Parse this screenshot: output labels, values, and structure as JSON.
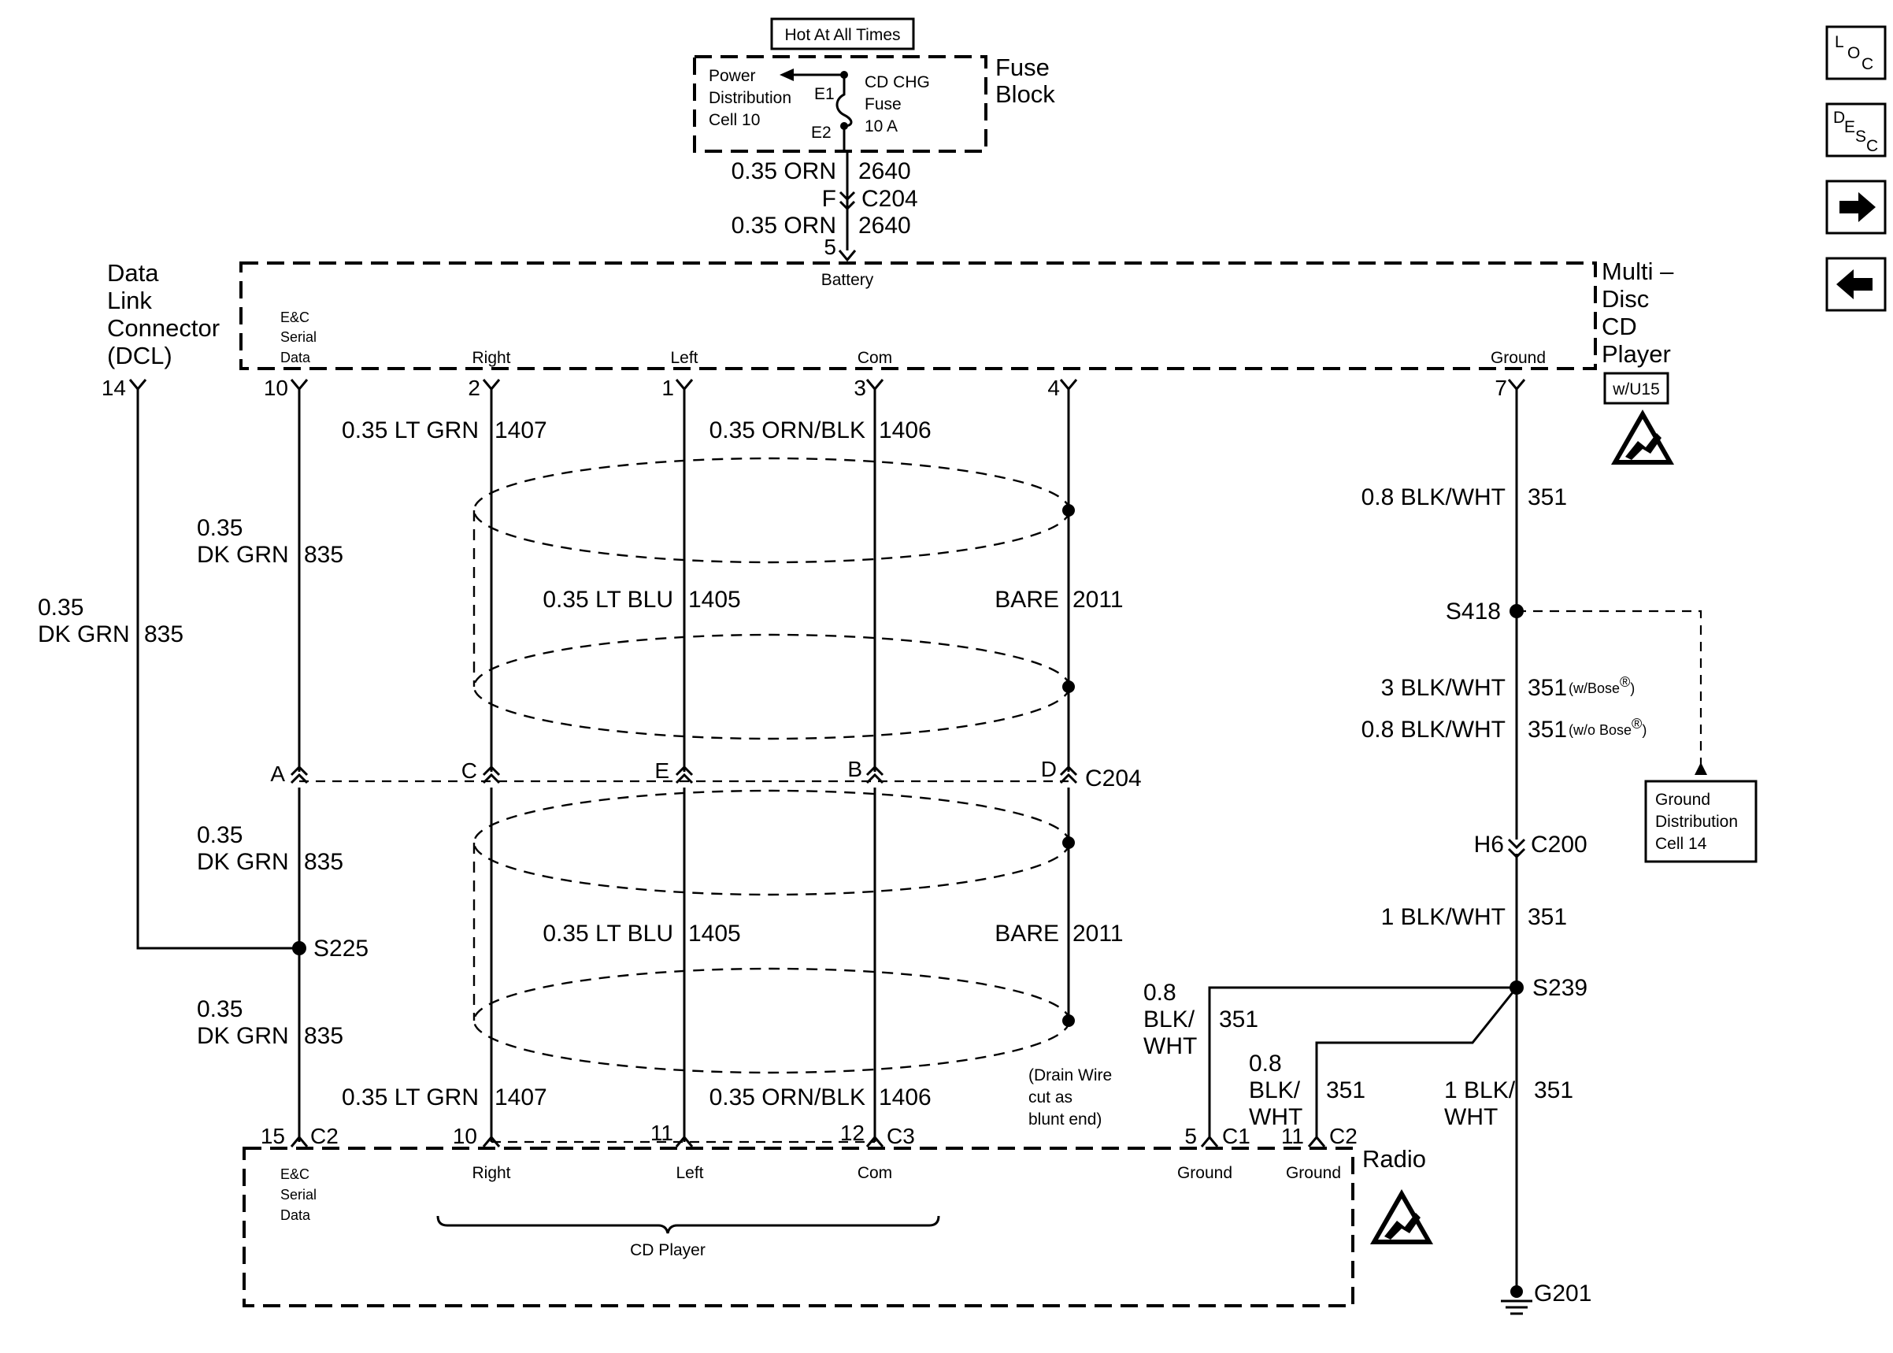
{
  "diagram": {
    "hot_label": "Hot At All Times",
    "fuse_block": {
      "title_line1": "Fuse",
      "title_line2": "Block",
      "pdc_line1": "Power",
      "pdc_line2": "Distribution",
      "pdc_line3": "Cell 10",
      "e1": "E1",
      "e2": "E2",
      "fuse_line1": "CD CHG",
      "fuse_line2": "Fuse",
      "fuse_line3": "10 A"
    },
    "top_feed": {
      "wire1_gauge": "0.35 ORN",
      "wire1_circuit": "2640",
      "connector_pin": "F",
      "connector": "C204",
      "wire2_gauge": "0.35 ORN",
      "wire2_circuit": "2640",
      "pin": "5",
      "pin_label": "Battery"
    },
    "cd_player": {
      "title_line1": "Multi –",
      "title_line2": "Disc",
      "title_line3": "CD",
      "title_line4": "Player",
      "option": "w/U15",
      "pins": [
        {
          "num": "10",
          "label_line1": "E&C",
          "label_line2": "Serial",
          "label_line3": "Data"
        },
        {
          "num": "2",
          "label": "Right"
        },
        {
          "num": "1",
          "label": "Left"
        },
        {
          "num": "3",
          "label": "Com"
        },
        {
          "num": "4",
          "label": ""
        },
        {
          "num": "7",
          "label": "Ground"
        }
      ]
    },
    "dlc": {
      "line1": "Data",
      "line2": "Link",
      "line3": "Connector",
      "line4": "(DCL)",
      "pin": "14"
    },
    "wires": {
      "w1407_top": {
        "gauge": "0.35 LT GRN",
        "circuit": "1407"
      },
      "w1406_top": {
        "gauge": "0.35 ORN/BLK",
        "circuit": "1406"
      },
      "w835_a": {
        "gauge1": "0.35",
        "gauge2": "DK GRN",
        "circuit": "835"
      },
      "w835_dlc": {
        "gauge1": "0.35",
        "gauge2": "DK GRN",
        "circuit": "835"
      },
      "w1405_top": {
        "gauge": "0.35 LT BLU",
        "circuit": "1405"
      },
      "w2011_top": {
        "gauge": "BARE",
        "circuit": "2011"
      },
      "w835_b": {
        "gauge1": "0.35",
        "gauge2": "DK GRN",
        "circuit": "835"
      },
      "w1405_bot": {
        "gauge": "0.35 LT BLU",
        "circuit": "1405"
      },
      "w2011_bot": {
        "gauge": "BARE",
        "circuit": "2011"
      },
      "w835_c": {
        "gauge1": "0.35",
        "gauge2": "DK GRN",
        "circuit": "835"
      },
      "w1407_bot": {
        "gauge": "0.35 LT GRN",
        "circuit": "1407"
      },
      "w1406_bot": {
        "gauge": "0.35 ORN/BLK",
        "circuit": "1406"
      },
      "w351_a": {
        "gauge": "0.8 BLK/WHT",
        "circuit": "351"
      },
      "w351_bose": {
        "gauge": "3 BLK/WHT",
        "circuit": "351",
        "note": "(w/Bose",
        "note_mark": "®",
        "note_end": ")"
      },
      "w351_nobose": {
        "gauge": "0.8 BLK/WHT",
        "circuit": "351",
        "note": "(w/o Bose",
        "note_mark": "®",
        "note_end": ")"
      },
      "w351_c200": {
        "gauge": "1 BLK/WHT",
        "circuit": "351"
      },
      "w351_c1": {
        "gauge1": "0.8",
        "gauge2": "BLK/",
        "gauge3": "WHT",
        "circuit": "351"
      },
      "w351_c2": {
        "gauge1": "0.8",
        "gauge2": "BLK/",
        "gauge3": "WHT",
        "circuit": "351"
      },
      "w351_g201": {
        "gauge1": "1 BLK/",
        "gauge2": "WHT",
        "circuit": "351"
      }
    },
    "c204_mid": {
      "name": "C204",
      "pins": [
        "A",
        "C",
        "E",
        "B",
        "D"
      ]
    },
    "splices": {
      "s225": "S225",
      "s418": "S418",
      "s239": "S239"
    },
    "c200": {
      "pin": "H6",
      "name": "C200"
    },
    "ground_dist": {
      "line1": "Ground",
      "line2": "Distribution",
      "line3": "Cell 14"
    },
    "ground": "G201",
    "drain_note": {
      "line1": "(Drain Wire",
      "line2": "cut as",
      "line3": "blunt end)"
    },
    "radio": {
      "title": "Radio",
      "pins": [
        {
          "num": "15",
          "conn": "C2",
          "label_line1": "E&C",
          "label_line2": "Serial",
          "label_line3": "Data"
        },
        {
          "num": "10",
          "label": "Right"
        },
        {
          "num": "11",
          "label": "Left"
        },
        {
          "num": "12",
          "conn": "C3",
          "label": "Com"
        },
        {
          "num": "5",
          "conn": "C1",
          "label": "Ground"
        },
        {
          "num": "11",
          "conn": "C2",
          "label": "Ground"
        }
      ],
      "group_label": "CD Player"
    }
  },
  "nav": {
    "loc": {
      "l": "L",
      "o": "O",
      "c": "C"
    },
    "desc": {
      "d": "D",
      "e": "E",
      "s": "S",
      "c": "C"
    },
    "forward_icon": "arrow-right-icon",
    "back_icon": "arrow-left-icon"
  }
}
